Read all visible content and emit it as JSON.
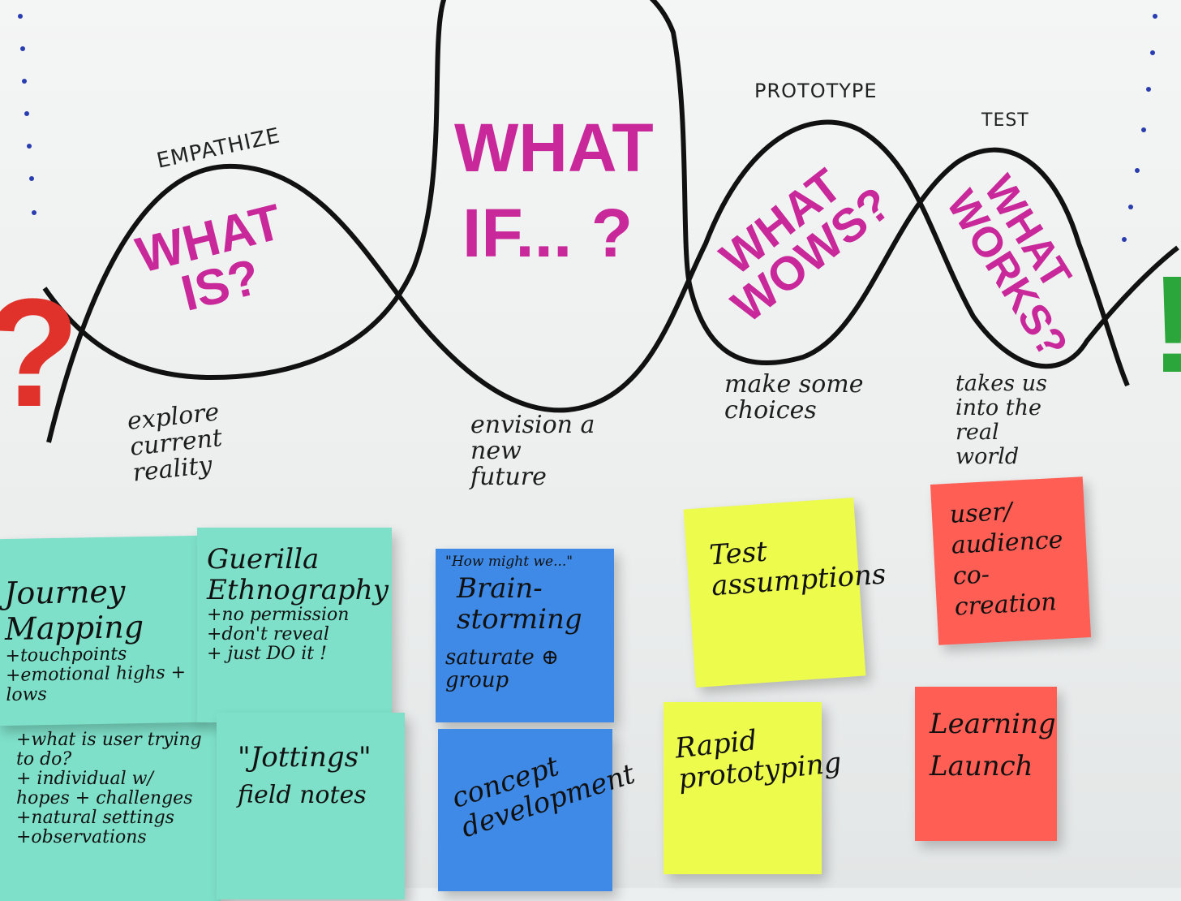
{
  "phases": [
    {
      "stage": "EMPATHIZE",
      "question": "WHAT IS?",
      "caption": "explore current reality"
    },
    {
      "stage": "",
      "question": "WHAT IF... ?",
      "caption": "envision a new future"
    },
    {
      "stage": "PROTOTYPE",
      "question": "WHAT WOWS?",
      "caption": "make some choices"
    },
    {
      "stage": "TEST",
      "question": "WHAT WORKS?",
      "caption": "takes us into the real world"
    }
  ],
  "side_marks": {
    "left": "?",
    "right": "!"
  },
  "notes": {
    "journey": {
      "title": "Journey Mapping",
      "lines": [
        "+touchpoints",
        "+emotional highs + lows",
        "+what is user trying to do?",
        "+ individual w/ hopes + challenges",
        "+natural settings",
        "+observations"
      ]
    },
    "guerilla": {
      "title": "Guerilla Ethnography",
      "lines": [
        "+no permission",
        "+don't reveal",
        "+ just DO it !"
      ]
    },
    "jottings": {
      "title": "\"Jottings\"",
      "sub": "field notes"
    },
    "brainstorm": {
      "pre": "\"How might we...\"",
      "title": "Brain-storming",
      "sub": "saturate ⊕ group"
    },
    "concept": {
      "title": "concept development"
    },
    "test": {
      "title": "Test assumptions"
    },
    "rapid": {
      "title": "Rapid prototyping"
    },
    "cocreation": {
      "title": "user/ audience co-creation"
    },
    "launch": {
      "title": "Learning Launch"
    }
  },
  "colors": {
    "ink": "#111111",
    "magenta": "#c8289a",
    "teal": "#7ee0c9",
    "blue": "#3f8ae6",
    "yellow": "#ecfb4c",
    "red": "#ff5e55"
  }
}
